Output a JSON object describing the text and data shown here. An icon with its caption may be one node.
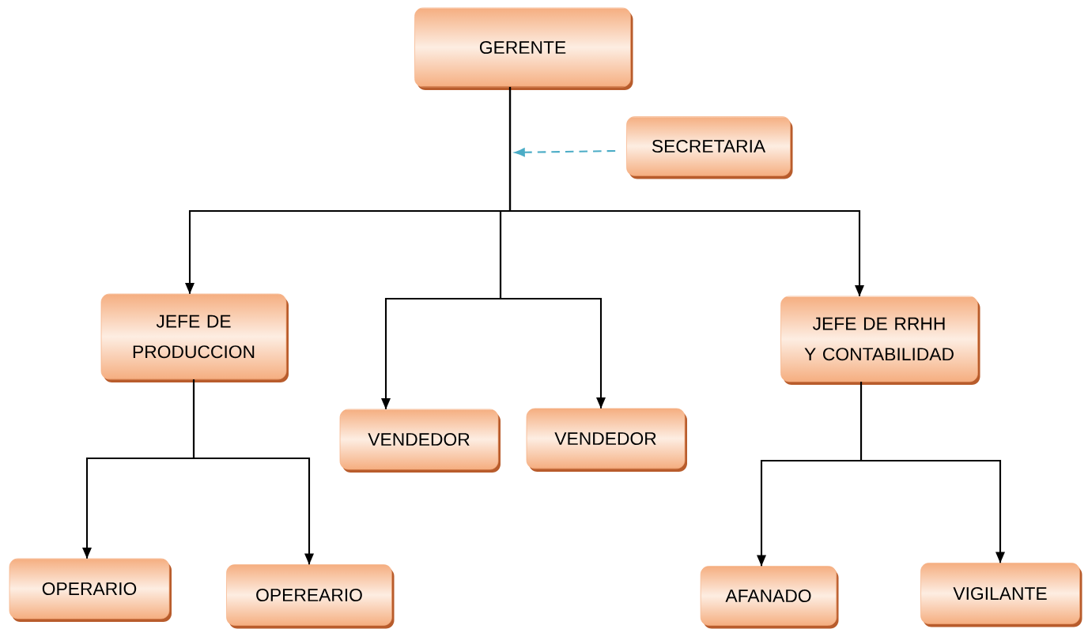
{
  "diagram": {
    "nodes": [
      {
        "text": [
          "GERENTE"
        ]
      },
      {
        "text": [
          "SECRETARIA"
        ]
      },
      {
        "text": [
          "JEFE DE PRODUCCION"
        ]
      },
      {
        "text": [
          "VENDEDOR"
        ]
      },
      {
        "text": [
          "VENDEDOR"
        ]
      },
      {
        "text": [
          "JEFE DE RRHH Y CONTABILIDAD"
        ]
      },
      {
        "text": [
          "OPERARIO"
        ]
      },
      {
        "text": [
          "OPEREARIO"
        ]
      },
      {
        "text": [
          "AFANADO"
        ]
      },
      {
        "text": [
          "VIGILANTE"
        ]
      }
    ],
    "edges": [
      {
        "from": 0,
        "to": 2,
        "arrow": "to"
      },
      {
        "from": 0,
        "to": 3,
        "arrow": "to"
      },
      {
        "from": 0,
        "to": 4,
        "arrow": "to"
      },
      {
        "from": 0,
        "to": 5,
        "arrow": "to"
      },
      {
        "from": 1,
        "to": null,
        "arrow": "to",
        "style": "dashed",
        "color": "#4bacc6"
      },
      {
        "from": 2,
        "to": 6,
        "arrow": "to"
      },
      {
        "from": 2,
        "to": 7,
        "arrow": "to"
      },
      {
        "from": 5,
        "to": 8,
        "arrow": "to"
      },
      {
        "from": 5,
        "to": 9,
        "arrow": "to"
      }
    ]
  }
}
